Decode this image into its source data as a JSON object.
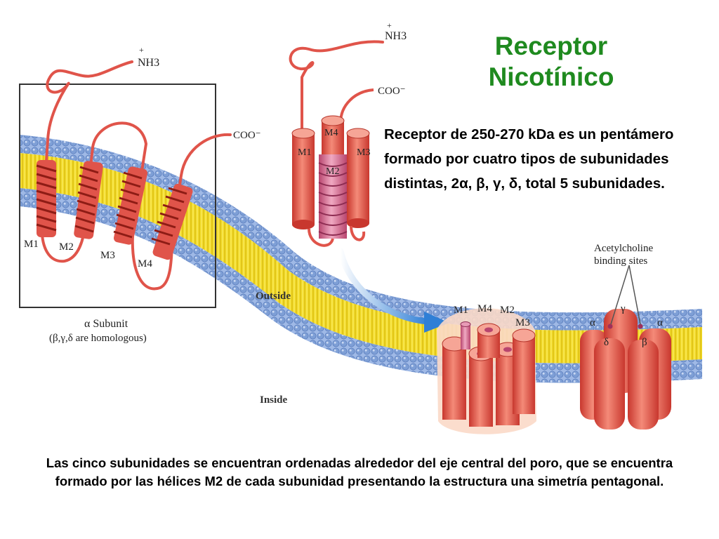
{
  "title": {
    "line1": "Receptor",
    "line2": "Nicotínico"
  },
  "description": "Receptor de 250-270 kDa es un pentámero formado por cuatro tipos de subunidades distintas, 2α, β, γ, δ, total 5 subunidades.",
  "caption": "Las cinco subunidades se encuentran  ordenadas alrededor del eje central del poro, que se encuentra formado por las hélices M2 de cada subunidad presentando la estructura una simetría pentagonal.",
  "diagram": {
    "left_panel": {
      "terminal_n": "NH3",
      "terminal_n_charge": "+",
      "terminal_c": "COO⁻",
      "helices": [
        "M1",
        "M2",
        "M3",
        "M4"
      ],
      "subunit_title": "α Subunit",
      "subunit_note": "(β,γ,δ are homologous)"
    },
    "center_model": {
      "terminal_n": "NH3",
      "terminal_n_charge": "+",
      "terminal_c": "COO⁻",
      "helices": [
        "M4",
        "M1",
        "M3",
        "M2"
      ]
    },
    "pentamer_top": {
      "labels": [
        "M1",
        "M4",
        "M2",
        "M3"
      ]
    },
    "membrane_labels": {
      "outside": "Outside",
      "inside": "Inside"
    },
    "side_view": {
      "binding_label_line1": "Acetylcholine",
      "binding_label_line2": "binding sites",
      "subunits": [
        "α",
        "γ",
        "α",
        "δ",
        "β"
      ]
    }
  },
  "colors": {
    "title_green": "#1f8a1f",
    "lipid_head_blue": "#7e9fd6",
    "lipid_tail_yellow": "#f2dc2a",
    "helix_red": "#e0544a",
    "helix_pink": "#e89bb6",
    "arrow_blue": "#2f7fd6"
  }
}
